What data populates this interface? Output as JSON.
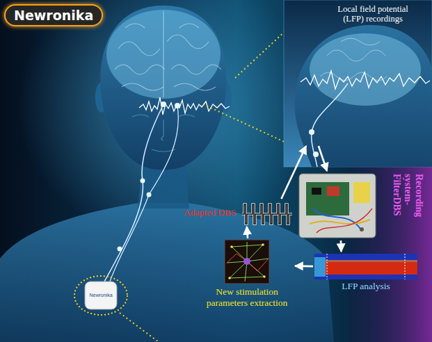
{
  "diagram": {
    "nodes": [
      {
        "text": [
          "Local field potential (LFP) recordings"
        ]
      },
      {
        "text": [
          "Recording system- FilterDBS"
        ]
      },
      {
        "text": [
          "LFP analysis"
        ]
      },
      {
        "text": [
          "New stimulation parameters extraction"
        ]
      },
      {
        "text": [
          "Adapted DBS"
        ]
      }
    ],
    "edges": [
      {
        "from": 0,
        "to": 1,
        "arrow": "to"
      },
      {
        "from": 1,
        "to": 2,
        "arrow": "to"
      },
      {
        "from": 2,
        "to": 3,
        "arrow": "to"
      },
      {
        "from": 3,
        "to": 4,
        "arrow": "to"
      },
      {
        "from": 4,
        "to": 0,
        "arrow": "to"
      }
    ],
    "labels": [
      "Newronika",
      "Newronika"
    ]
  }
}
